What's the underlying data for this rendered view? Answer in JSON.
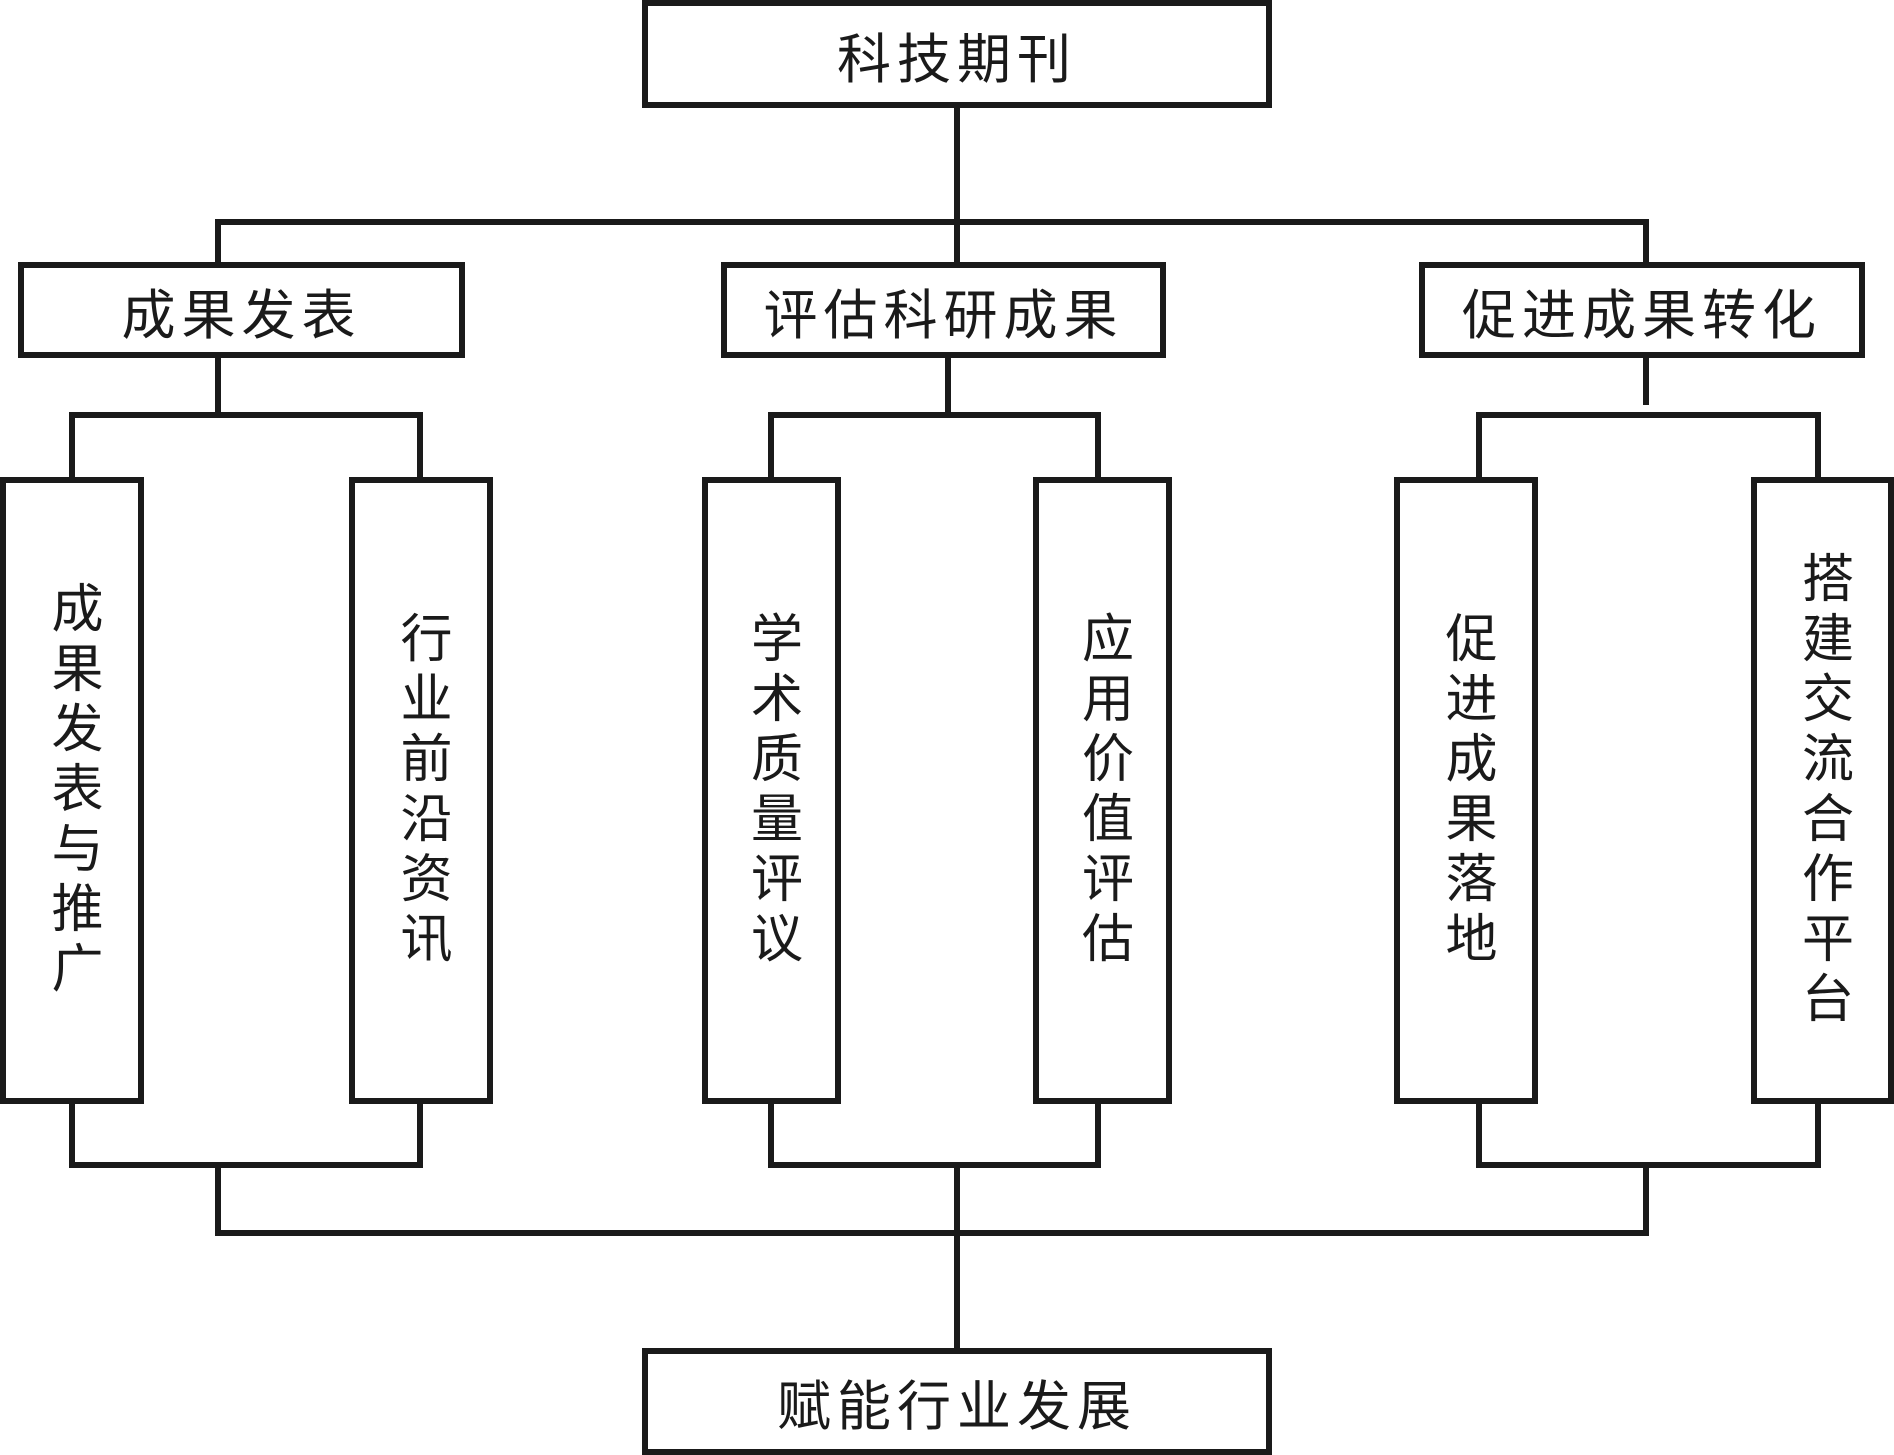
{
  "diagram": {
    "root": "科技期刊",
    "branches": [
      {
        "label": "成果发表",
        "children": [
          "成果发表与推广",
          "行业前沿资讯"
        ]
      },
      {
        "label": "评估科研成果",
        "children": [
          "学术质量评议",
          "应用价值评估"
        ]
      },
      {
        "label": "促进成果转化",
        "children": [
          "促进成果落地",
          "搭建交流合作平台"
        ]
      }
    ],
    "outcome": "赋能行业发展"
  },
  "colors": {
    "line": "#1a1a1a",
    "background": "#ffffff"
  }
}
